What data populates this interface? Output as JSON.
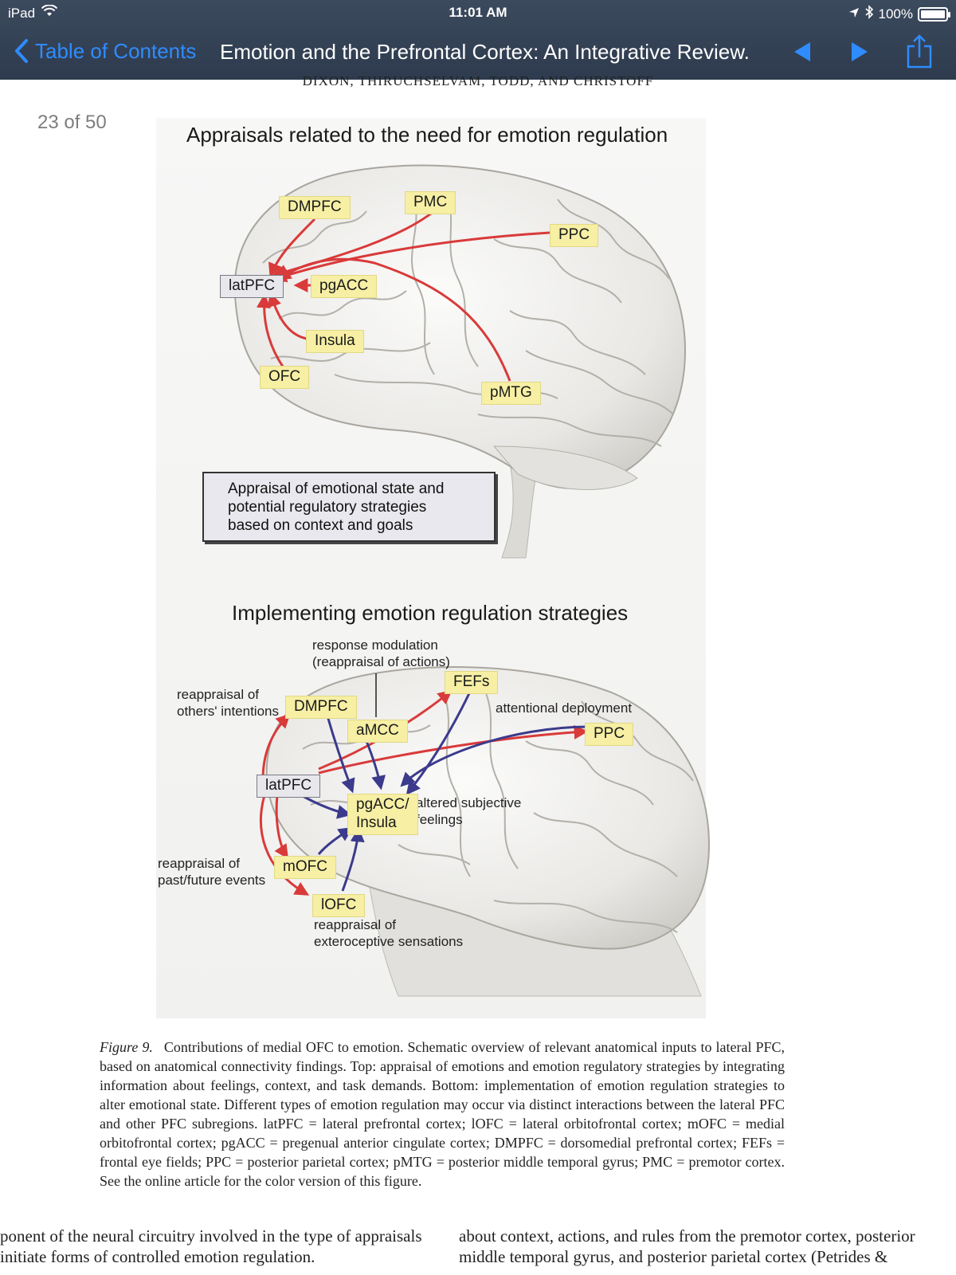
{
  "status_bar": {
    "device": "iPad",
    "time": "11:01 AM",
    "battery": "100%",
    "battery_level": 1.0
  },
  "nav": {
    "back_label": "Table of Contents",
    "title": "Emotion and the Prefrontal Cortex: An Integrative Review.",
    "accent_color": "#2f8cff"
  },
  "page": {
    "running_head": "DIXON, THIRUCHSELVAM, TODD, AND CHRISTOFF",
    "counter": "23 of 50"
  },
  "figure": {
    "top_panel": {
      "title": "Appraisals related to the need for emotion regulation",
      "regions": {
        "dmpfc": "DMPFC",
        "pmc": "PMC",
        "ppc": "PPC",
        "latpfc": "latPFC",
        "pgacc": "pgACC",
        "insula": "Insula",
        "ofc": "OFC",
        "pmtg": "pMTG"
      },
      "box_text": "Appraisal of emotional state and potential regulatory strategies based on context and goals"
    },
    "bottom_panel": {
      "title": "Implementing emotion regulation strategies",
      "regions": {
        "fefs": "FEFs",
        "dmpfc": "DMPFC",
        "amcc": "aMCC",
        "ppc": "PPC",
        "latpfc": "latPFC",
        "pgacc_insula_1": "pgACC/",
        "pgacc_insula_2": "Insula",
        "mofc": "mOFC",
        "lofc": "lOFC"
      },
      "annotations": {
        "response_mod_1": "response modulation",
        "response_mod_2": "(reappraisal of actions)",
        "others_1": "reappraisal of",
        "others_2": "others' intentions",
        "attentional": "attentional deployment",
        "altered_1": "altered subjective",
        "altered_2": "feelings",
        "past_1": "reappraisal of",
        "past_2": "past/future events",
        "extero_1": "reappraisal of",
        "extero_2": "exteroceptive sensations"
      }
    },
    "arrow_colors": {
      "red": "#d93a3a",
      "blue": "#3b3a8c"
    },
    "caption_label": "Figure 9.",
    "caption_text": "Contributions of medial OFC to emotion. Schematic overview of relevant anatomical inputs to lateral PFC, based on anatomical connectivity findings. Top: appraisal of emotions and emotion regulatory strategies by integrating information about feelings, context, and task demands. Bottom: implementation of emotion regulation strategies to alter emotional state. Different types of emotion regulation may occur via distinct interactions between the lateral PFC and other PFC subregions. latPFC = lateral prefrontal cortex; lOFC = lateral orbitofrontal cortex; mOFC = medial orbitofrontal cortex; pgACC = pregenual anterior cingulate cortex; DMPFC = dorsomedial prefrontal cortex; FEFs = frontal eye fields; PPC = posterior parietal cortex; pMTG = posterior middle temporal gyrus; PMC = premotor cortex. See the online article for the color version of this figure."
  },
  "body_text": {
    "left_col": [
      "ponent of the neural circuitry involved in the type of appraisals",
      "initiate forms of controlled emotion regulation."
    ],
    "right_col": [
      "about context, actions, and rules from the premotor cortex, posterior",
      "middle temporal gyrus, and posterior parietal cortex (Petrides &"
    ]
  }
}
